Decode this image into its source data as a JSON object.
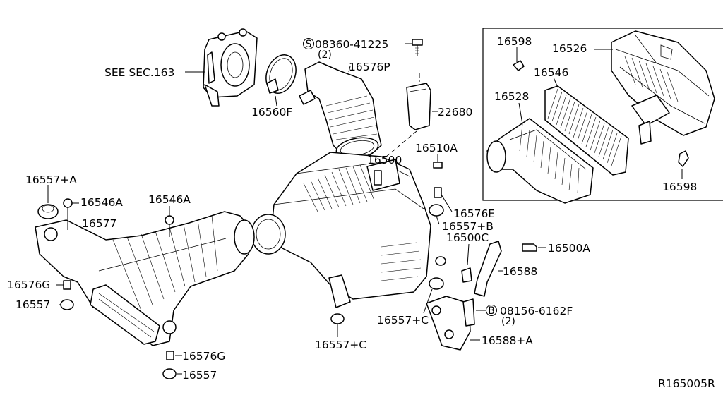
{
  "labels": {
    "see_sec": "SEE SEC.163",
    "p08360": "08360-41225",
    "p08360_qty": "(2)",
    "p16576P": "16576P",
    "p16560F": "16560F",
    "p22680": "22680",
    "p16510A": "16510A",
    "p16500": "16500",
    "p16557A": "16557+A",
    "p16546A_left": "16546A",
    "p16546A_mid": "16546A",
    "p16577": "16577",
    "p16576G_left": "16576G",
    "p16557_left": "16557",
    "p16576G_bottom": "16576G",
    "p16557_bottom": "16557",
    "p16557C_center": "16557+C",
    "p16557C_right": "16557+C",
    "p16576E": "16576E",
    "p16557B": "16557+B",
    "p16500C": "16500C",
    "p16500A": "16500A",
    "p16588": "16588",
    "p08156": "08156-6162F",
    "p08156_qty": "(2)",
    "p16588A": "16588+A",
    "inset_16598_top": "16598",
    "inset_16526": "16526",
    "inset_16546": "16546",
    "inset_16528": "16528",
    "inset_16598_bottom": "16598",
    "ref_code": "R165005R"
  },
  "symbols": {
    "screw_prefix": "S",
    "bolt_prefix": "B"
  }
}
